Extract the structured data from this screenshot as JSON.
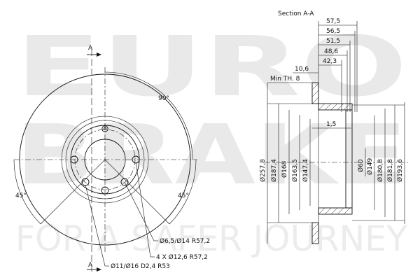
{
  "watermark": {
    "line1": "EURO",
    "line2": "BRAKE",
    "tagline": "FOR A SAFER JOURNEY"
  },
  "section": {
    "title": "Section A-A",
    "top_dims": [
      "57,5",
      "56,5",
      "51,5",
      "48,6",
      "42,3"
    ],
    "offset": "10,6",
    "min_th": "Min TH. 8",
    "inner": "1,5",
    "diameters_left": [
      "Ø257,8",
      "Ø187,4",
      "Ø168",
      "Ø163,5",
      "Ø147,4"
    ],
    "diameters_right": [
      "Ø60",
      "Ø149",
      "Ø180,8",
      "Ø181,8",
      "Ø193,6"
    ]
  },
  "front": {
    "marker_top": "A",
    "marker_bottom": "A",
    "angle_top": "90°",
    "angle_left": "45°",
    "angle_right": "45°",
    "callout1": "Ø6,5/Ø14 R57,2",
    "callout2": "4 X Ø12,6 R57,2",
    "callout3": "Ø11/Ø16 D2,4 R53"
  }
}
